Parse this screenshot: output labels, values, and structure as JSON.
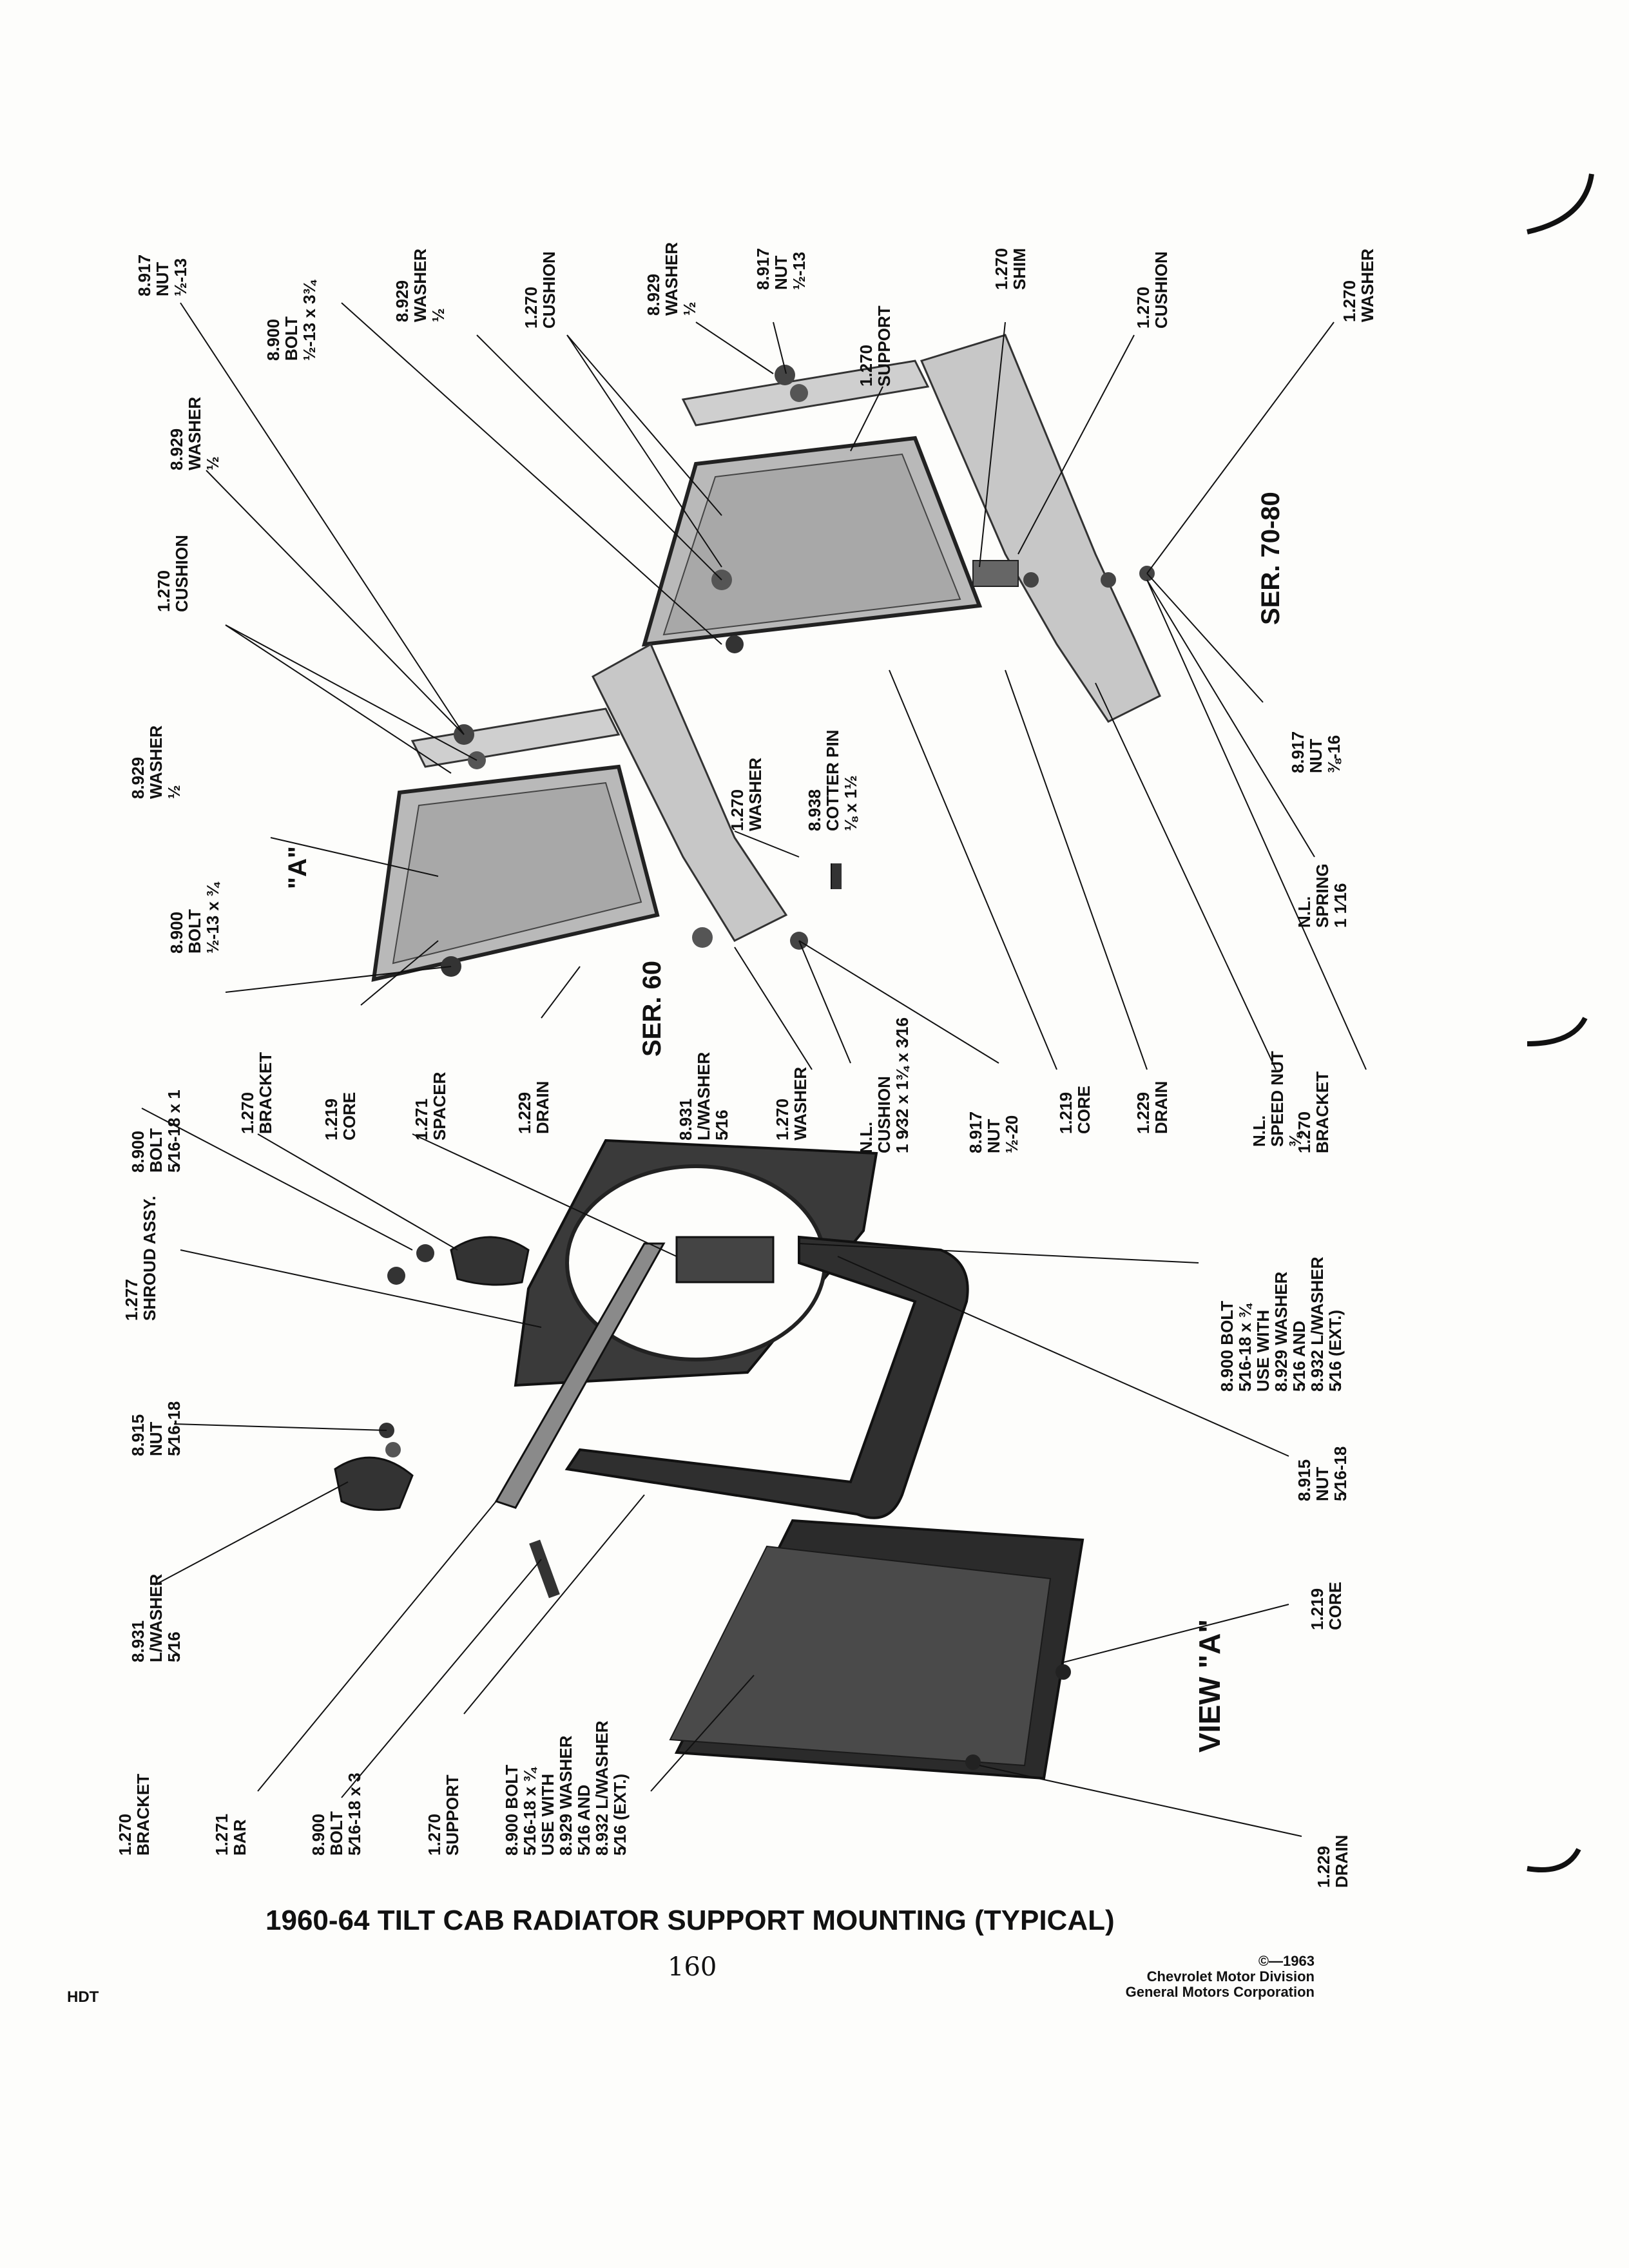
{
  "caption": "1960-64 TILT CAB RADIATOR SUPPORT MOUNTING (TYPICAL)",
  "page_number": "160",
  "doc_code": "HDT",
  "copyright": [
    "©—1963",
    "Chevrolet Motor Division",
    "General Motors Corporation"
  ],
  "section_labels": {
    "ser60": "SER. 60",
    "ser7080": "SER. 70-80",
    "view_a": "VIEW \"A\"",
    "detail_a": "\"A\""
  },
  "callouts": [
    {
      "id": "c01",
      "lines": [
        "8.917",
        "NUT",
        "½-13"
      ]
    },
    {
      "id": "c02",
      "lines": [
        "8.900",
        "BOLT",
        "½-13 x 3¾"
      ]
    },
    {
      "id": "c03",
      "lines": [
        "8.929",
        "WASHER",
        "½"
      ]
    },
    {
      "id": "c04",
      "lines": [
        "1.270",
        "CUSHION"
      ]
    },
    {
      "id": "c05",
      "lines": [
        "8.929",
        "WASHER",
        "½"
      ]
    },
    {
      "id": "c06",
      "lines": [
        "8.917",
        "NUT",
        "½-13"
      ]
    },
    {
      "id": "c07",
      "lines": [
        "1.270",
        "SUPPORT"
      ]
    },
    {
      "id": "c08",
      "lines": [
        "1.270",
        "SHIM"
      ]
    },
    {
      "id": "c09",
      "lines": [
        "1.270",
        "CUSHION"
      ]
    },
    {
      "id": "c10",
      "lines": [
        "1.270",
        "WASHER"
      ]
    },
    {
      "id": "c11",
      "lines": [
        "8.929",
        "WASHER",
        "½"
      ]
    },
    {
      "id": "c12",
      "lines": [
        "1.270",
        "CUSHION"
      ]
    },
    {
      "id": "c13",
      "lines": [
        "8.929",
        "WASHER",
        "½"
      ]
    },
    {
      "id": "c14",
      "lines": [
        "8.900",
        "BOLT",
        "½-13 x ¾"
      ]
    },
    {
      "id": "c15",
      "lines": [
        "1.270",
        "WASHER"
      ]
    },
    {
      "id": "c16",
      "lines": [
        "8.938",
        "COTTER PIN",
        "⅛ x 1½"
      ]
    },
    {
      "id": "c17",
      "lines": [
        "8.900",
        "BOLT",
        "5⁄16-18 x 1"
      ]
    },
    {
      "id": "c18",
      "lines": [
        "1.270",
        "BRACKET"
      ]
    },
    {
      "id": "c19",
      "lines": [
        "1.219",
        "CORE"
      ]
    },
    {
      "id": "c20",
      "lines": [
        "1.229",
        "DRAIN"
      ]
    },
    {
      "id": "c21",
      "lines": [
        "1.271",
        "SPACER"
      ]
    },
    {
      "id": "c22",
      "lines": [
        "8.931",
        "L/WASHER",
        "5⁄16"
      ]
    },
    {
      "id": "c23",
      "lines": [
        "1.270",
        "WASHER"
      ]
    },
    {
      "id": "c24",
      "lines": [
        "N.L.",
        "CUSHION",
        "1 9⁄32 x 1¾ x 3⁄16"
      ]
    },
    {
      "id": "c25",
      "lines": [
        "8.917",
        "NUT",
        "½-20"
      ]
    },
    {
      "id": "c26",
      "lines": [
        "1.219",
        "CORE"
      ]
    },
    {
      "id": "c27",
      "lines": [
        "1.229",
        "DRAIN"
      ]
    },
    {
      "id": "c28",
      "lines": [
        "N.L.",
        "SPEED NUT",
        "⅜"
      ]
    },
    {
      "id": "c29",
      "lines": [
        "1.270",
        "BRACKET"
      ]
    },
    {
      "id": "c30",
      "lines": [
        "N.L.",
        "SPRING",
        "1 1⁄16"
      ]
    },
    {
      "id": "c31",
      "lines": [
        "8.917",
        "NUT",
        "⅜-16"
      ]
    },
    {
      "id": "c32",
      "lines": [
        "1.277",
        "SHROUD ASSY."
      ]
    },
    {
      "id": "c33",
      "lines": [
        "8.915",
        "NUT",
        "5⁄16-18"
      ]
    },
    {
      "id": "c34",
      "lines": [
        "8.931",
        "L/WASHER",
        "5⁄16"
      ]
    },
    {
      "id": "c35",
      "lines": [
        "1.270",
        "BRACKET"
      ]
    },
    {
      "id": "c36",
      "lines": [
        "1.271",
        "BAR"
      ]
    },
    {
      "id": "c37",
      "lines": [
        "8.900",
        "BOLT",
        "5⁄16-18 x 3"
      ]
    },
    {
      "id": "c38",
      "lines": [
        "1.270",
        "SUPPORT"
      ]
    },
    {
      "id": "c39",
      "lines": [
        "8.900 BOLT",
        "5⁄16-18 x ¾",
        "USE WITH",
        "8.929 WASHER",
        "5⁄16 AND",
        "8.932 L/WASHER",
        "5⁄16 (EXT.)"
      ]
    },
    {
      "id": "c40",
      "lines": [
        "8.900 BOLT",
        "5⁄16-18 x ¾",
        "USE WITH",
        "8.929 WASHER",
        "5⁄16 AND",
        "8.932 L/WASHER",
        "5⁄16 (EXT.)"
      ]
    },
    {
      "id": "c41",
      "lines": [
        "8.915",
        "NUT",
        "5⁄16-18"
      ]
    },
    {
      "id": "c42",
      "lines": [
        "1.219",
        "CORE"
      ]
    },
    {
      "id": "c43",
      "lines": [
        "1.229",
        "DRAIN"
      ]
    }
  ]
}
